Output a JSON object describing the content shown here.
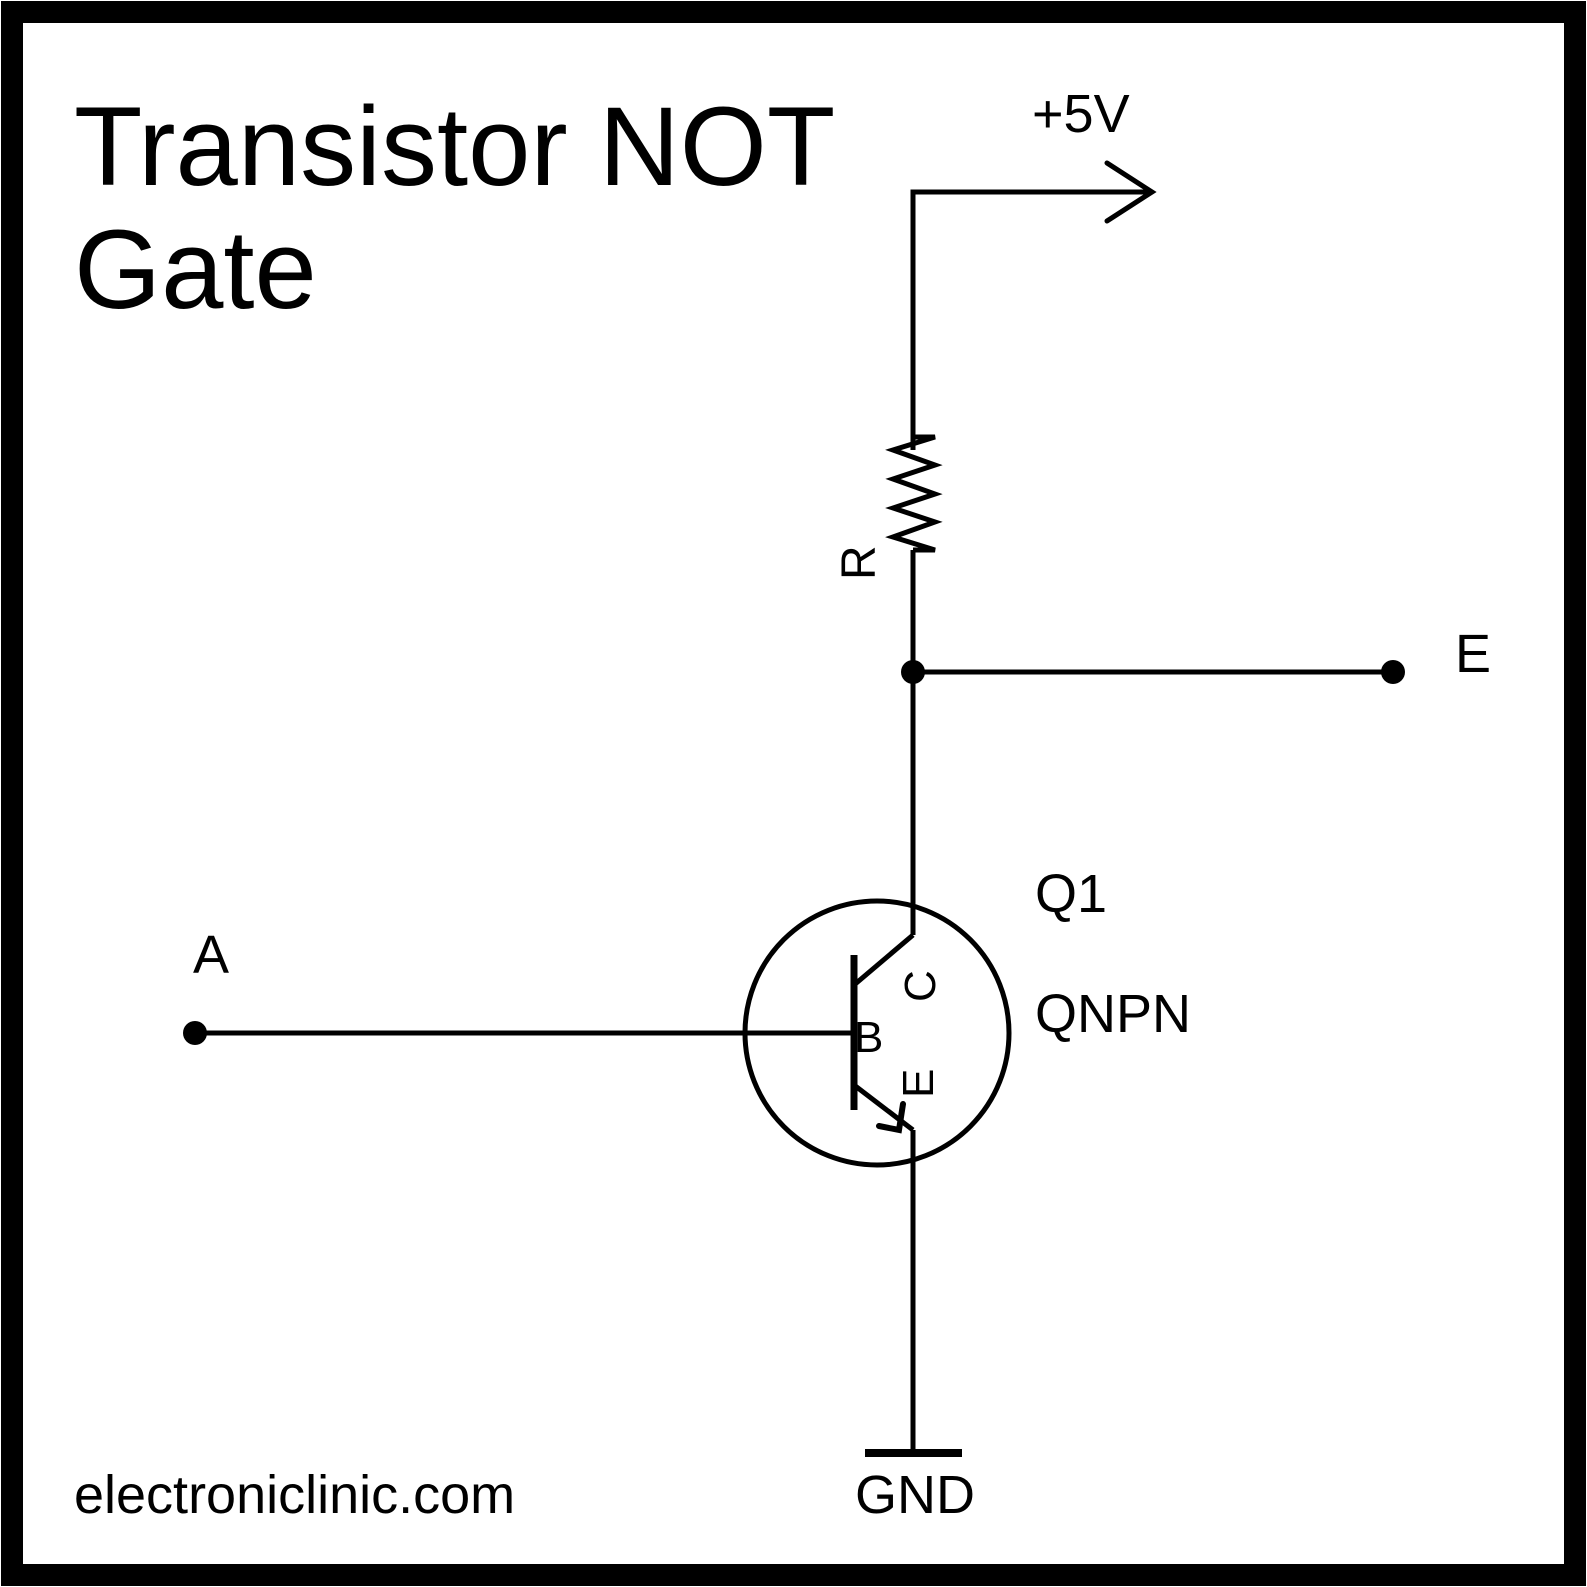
{
  "title": {
    "line1": "Transistor NOT",
    "line2": "Gate"
  },
  "supply": {
    "label": "+5V"
  },
  "resistor": {
    "label": "R"
  },
  "output": {
    "label": "E"
  },
  "input": {
    "label": "A"
  },
  "transistor": {
    "ref": "Q1",
    "model": "QNPN",
    "pin_collector": "C",
    "pin_base": "B",
    "pin_emitter": "E"
  },
  "ground": {
    "label": "GND"
  },
  "footer": {
    "site": "electroniclinic.com"
  },
  "colors": {
    "ink": "#000000",
    "background": "#ffffff"
  }
}
